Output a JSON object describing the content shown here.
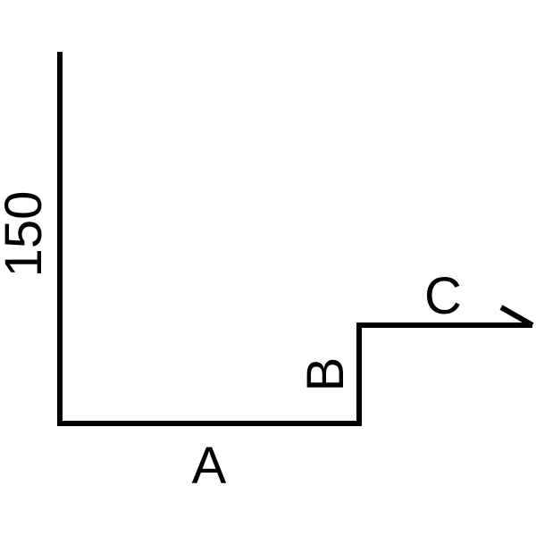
{
  "diagram": {
    "labels": {
      "height": "150",
      "a": "A",
      "b": "B",
      "c": "C"
    },
    "colors": {
      "line": "#000000",
      "background": "#ffffff"
    }
  }
}
